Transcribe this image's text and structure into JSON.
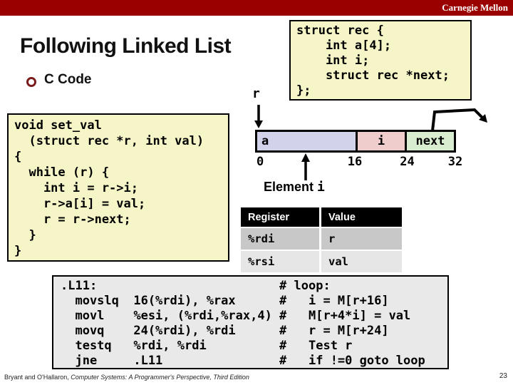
{
  "header": {
    "brand": "Carnegie Mellon",
    "bar_color": "#9b0000"
  },
  "slide": {
    "title": "Following Linked List",
    "bullet_label": "C Code",
    "page_number": "23",
    "footer_citation_authors": "Bryant and O'Hallaron, ",
    "footer_citation_book": "Computer Systems: A Programmer's Perspective, Third Edition"
  },
  "struct_code": {
    "bg_color": "#f5f5c8",
    "lines": [
      "struct rec {",
      "    int a[4];",
      "    int i;",
      "    struct rec *next;",
      "};"
    ]
  },
  "c_code": {
    "bg_color": "#f5f5c8",
    "lines": [
      "void set_val",
      "  (struct rec *r, int val)",
      "{",
      "  while (r) {",
      "    int i = r->i;",
      "    r->a[i] = val;",
      "    r = r->next;",
      "  }",
      "}"
    ]
  },
  "memory_diagram": {
    "pointer_label": "r",
    "segments": [
      {
        "label": "a",
        "color": "#d2d2ea",
        "start": 0,
        "end": 16
      },
      {
        "label": "i",
        "color": "#efcdcd",
        "start": 16,
        "end": 24
      },
      {
        "label": "next",
        "color": "#d8edd0",
        "start": 24,
        "end": 32
      }
    ],
    "offsets": [
      "0",
      "16",
      "24",
      "32"
    ],
    "element_label": "Element",
    "element_var": "i"
  },
  "register_table": {
    "headers": [
      "Register",
      "Value"
    ],
    "rows": [
      {
        "register": "%rdi",
        "value": "r"
      },
      {
        "register": "%rsi",
        "value": "val"
      }
    ],
    "header_bg": "#000000",
    "row_colors": [
      "#c8c8c8",
      "#e6e6e6"
    ]
  },
  "assembly": {
    "bg_color": "#e9e9e9",
    "lines": [
      ".L11:                         # loop:",
      "  movslq  16(%rdi), %rax      #   i = M[r+16]",
      "  movl    %esi, (%rdi,%rax,4) #   M[r+4*i] = val",
      "  movq    24(%rdi), %rdi      #   r = M[r+24]",
      "  testq   %rdi, %rdi          #   Test r",
      "  jne     .L11                #   if !=0 goto loop"
    ]
  }
}
